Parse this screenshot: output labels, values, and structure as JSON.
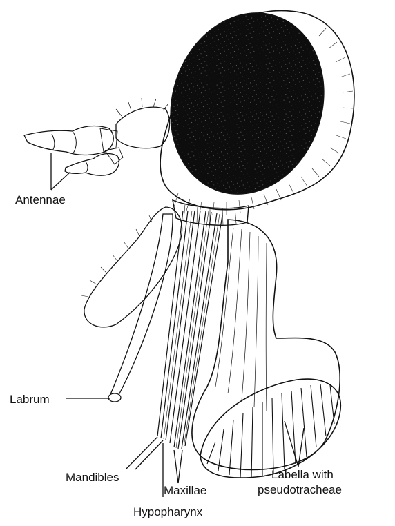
{
  "labels": {
    "antennae": "Antennae",
    "labrum": "Labrum",
    "mandibles": "Mandibles",
    "hypopharynx": "Hypopharynx",
    "maxillae": "Maxillae",
    "labella_line1": "Labella with",
    "labella_line2": "pseudotracheae"
  },
  "colors": {
    "ink": "#111111",
    "eye": "#0d0d0d",
    "background": "#ffffff"
  }
}
